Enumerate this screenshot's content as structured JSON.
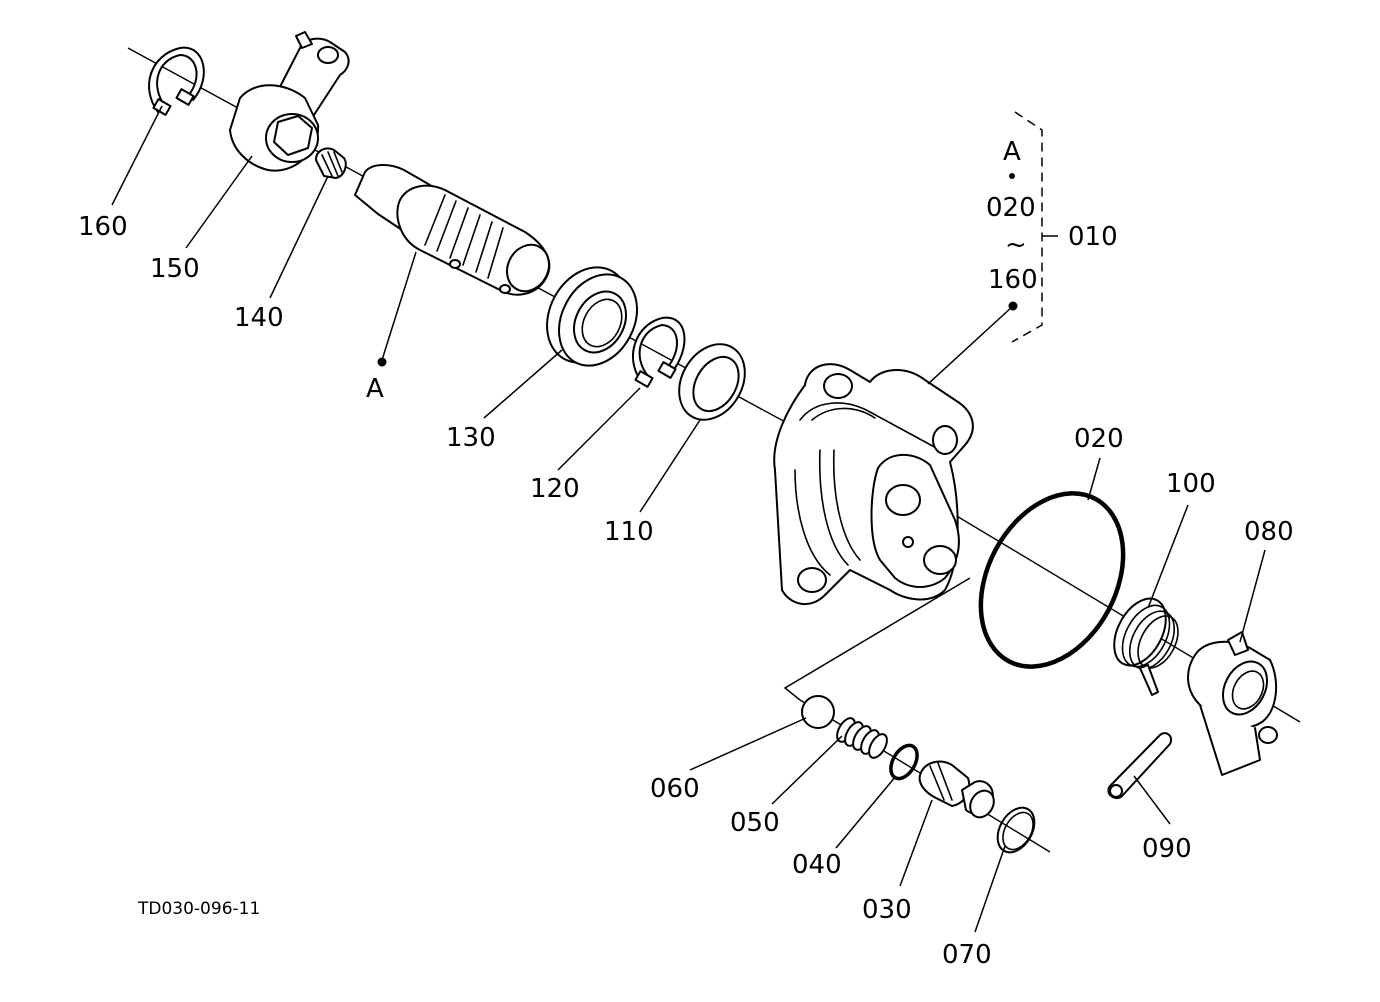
{
  "drawing_code": "TD030-096-11",
  "labels": {
    "p160": "160",
    "p150": "150",
    "p140": "140",
    "pA": "A",
    "p130": "130",
    "p120": "120",
    "p110": "110",
    "p020": "020",
    "p100": "100",
    "p080": "080",
    "p060": "060",
    "p050": "050",
    "p040": "040",
    "p030": "030",
    "p070": "070",
    "p090": "090"
  },
  "assembly_note": {
    "ref": "A",
    "from": "020",
    "tilde": "~",
    "to": "160",
    "assembly": "010"
  }
}
